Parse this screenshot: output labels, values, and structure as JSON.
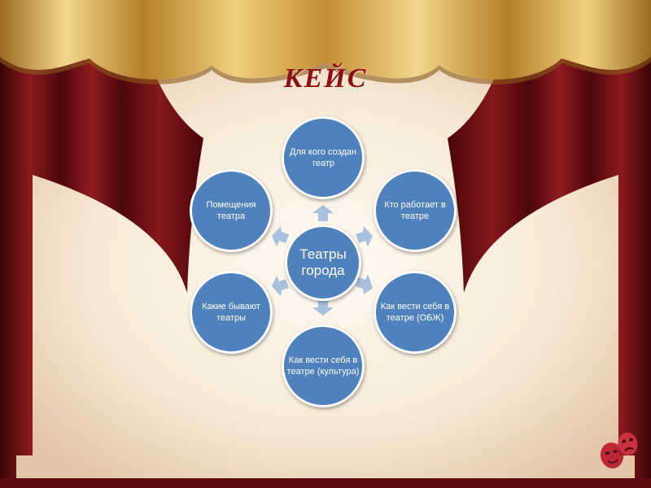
{
  "slide": {
    "title": "КЕЙС"
  },
  "diagram": {
    "center": "Театры города",
    "nodes": [
      "Для кого создан театр",
      "Кто работает в театре",
      "Как вести себя в театре (ОБЖ)",
      "Как вести себя в театре (культура)",
      "Какие бывают театры",
      "Помещения театра"
    ]
  },
  "colors": {
    "node_fill": "#4f81bd",
    "node_border": "#ffffff",
    "arrow_fill": "#a9c0df",
    "title": "#8e0e12",
    "curtain": "#6e1014",
    "valance_gold": "#d9a441",
    "backdrop": "#fbf3e4"
  }
}
